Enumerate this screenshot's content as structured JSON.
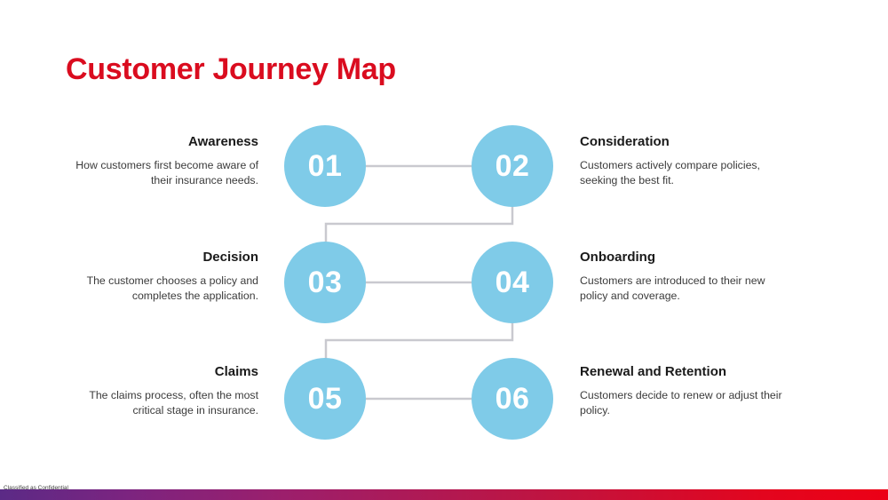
{
  "slide": {
    "title": "Customer Journey Map",
    "title_color": "#da0c1f",
    "background_color": "#ffffff"
  },
  "theme": {
    "node_fill": "#7fcbe8",
    "node_number_color": "#ffffff",
    "connector_color": "#c9c9cf",
    "heading_color": "#1a1a1a",
    "body_color": "#3b3b3b",
    "footer_gradient_start": "#5b2a86",
    "footer_gradient_end": "#ec0016"
  },
  "diagram": {
    "type": "journey-map",
    "steps": [
      {
        "number": "01",
        "title": "Awareness",
        "description": "How customers first become aware of their insurance needs.",
        "side": "left",
        "row": 1
      },
      {
        "number": "02",
        "title": "Consideration",
        "description": "Customers actively compare policies, seeking the best fit.",
        "side": "right",
        "row": 1
      },
      {
        "number": "03",
        "title": "Decision",
        "description": "The customer chooses a policy and completes the application.",
        "side": "left",
        "row": 2
      },
      {
        "number": "04",
        "title": "Onboarding",
        "description": "Customers are introduced to their new policy and coverage.",
        "side": "right",
        "row": 2
      },
      {
        "number": "05",
        "title": "Claims",
        "description": "The claims process, often the most critical stage in insurance.",
        "side": "left",
        "row": 3
      },
      {
        "number": "06",
        "title": "Renewal and Retention",
        "description": "Customers decide to renew or adjust their policy.",
        "side": "right",
        "row": 3
      }
    ]
  },
  "footer": {
    "note": "Classified as Confidential"
  }
}
